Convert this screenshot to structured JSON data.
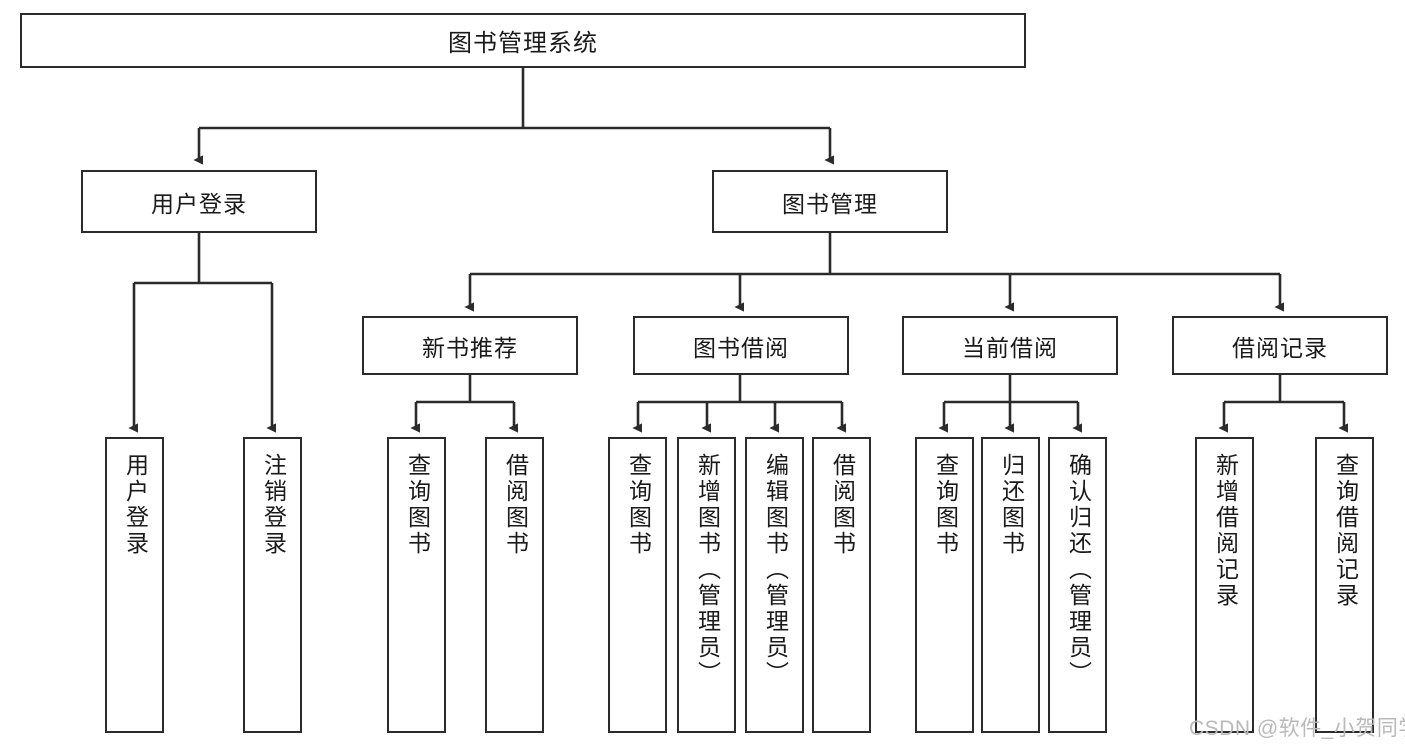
{
  "diagram": {
    "title": "图书管理系统",
    "type": "hierarchy-tree",
    "colors": {
      "box_border": "#2b2b2b",
      "box_fill": "#ffffff",
      "edge": "#2b2b2b",
      "text": "#1a1a1a",
      "watermark": "#b9b9b9"
    },
    "root": {
      "label": "图书管理系统"
    },
    "level2": [
      {
        "label": "用户登录"
      },
      {
        "label": "图书管理"
      }
    ],
    "level3": [
      {
        "label": "新书推荐"
      },
      {
        "label": "图书借阅"
      },
      {
        "label": "当前借阅"
      },
      {
        "label": "借阅记录"
      }
    ],
    "leaves": {
      "user_login": [
        {
          "label": "用户登录"
        },
        {
          "label": "注销登录"
        }
      ],
      "new_book_recommend": [
        {
          "label": "查询图书"
        },
        {
          "label": "借阅图书"
        }
      ],
      "book_borrow": [
        {
          "label": "查询图书"
        },
        {
          "label": "新增图书（管理员）"
        },
        {
          "label": "编辑图书（管理员）"
        },
        {
          "label": "借阅图书"
        }
      ],
      "current_borrow": [
        {
          "label": "查询图书"
        },
        {
          "label": "归还图书"
        },
        {
          "label": "确认归还（管理员）"
        }
      ],
      "borrow_record": [
        {
          "label": "新增借阅记录"
        },
        {
          "label": "查询借阅记录"
        }
      ]
    }
  },
  "watermark": {
    "text": "CSDN @软件_小贺同学"
  }
}
